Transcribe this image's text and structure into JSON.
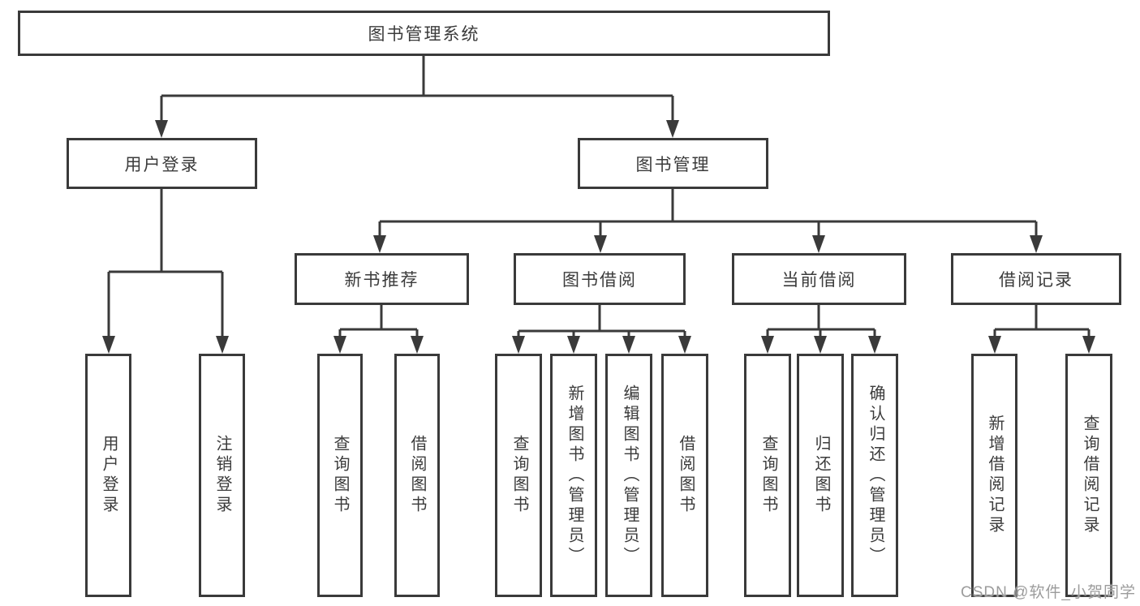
{
  "diagram": {
    "type": "hierarchy-tree",
    "title": "图书管理系统"
  },
  "colors": {
    "line": "#3a3a3a",
    "box_border": "#3a3a3a",
    "text": "#3b3b3b",
    "background": "#ffffff",
    "watermark": "#9c9c9c"
  },
  "tree": {
    "label": "图书管理系统",
    "children": [
      {
        "label": "用户登录",
        "children": [
          {
            "label": "用户登录"
          },
          {
            "label": "注销登录"
          }
        ]
      },
      {
        "label": "图书管理",
        "children": [
          {
            "label": "新书推荐",
            "children": [
              {
                "label": "查询图书"
              },
              {
                "label": "借阅图书"
              }
            ]
          },
          {
            "label": "图书借阅",
            "children": [
              {
                "label": "查询图书"
              },
              {
                "label": "新增图书（管理员）"
              },
              {
                "label": "编辑图书（管理员）"
              },
              {
                "label": "借阅图书"
              }
            ]
          },
          {
            "label": "当前借阅",
            "children": [
              {
                "label": "查询图书"
              },
              {
                "label": "归还图书"
              },
              {
                "label": "确认归还（管理员）"
              }
            ]
          },
          {
            "label": "借阅记录",
            "children": [
              {
                "label": "新增借阅记录"
              },
              {
                "label": "查询借阅记录"
              }
            ]
          }
        ]
      }
    ]
  },
  "watermark": {
    "text": "CSDN @软件_小贺同学"
  }
}
